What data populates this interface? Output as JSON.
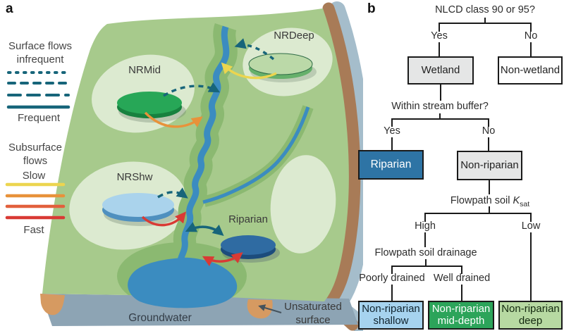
{
  "figure": {
    "panel_a_label": "a",
    "panel_b_label": "b"
  },
  "legend": {
    "surface_title_l1": "Surface flows",
    "surface_title_l2": "infrequent",
    "frequent": "Frequent",
    "subsurface_title_l1": "Subsurface",
    "subsurface_title_l2": "flows",
    "slow": "Slow",
    "fast": "Fast",
    "surface_color": "#17657a",
    "subsurface_colors": [
      "#ecd54f",
      "#e8923a",
      "#e2603c",
      "#d93a34"
    ]
  },
  "landscape": {
    "nrmid": "NRMid",
    "nrdeep": "NRDeep",
    "nrshw": "NRShw",
    "riparian": "Riparian",
    "groundwater": "Groundwater",
    "unsaturated_l1": "Unsaturated",
    "unsaturated_l2": "surface",
    "colors": {
      "terrain": "#a7ca8c",
      "terrain_light": "#dcead0",
      "valley": "#8bb971",
      "river": "#3b8cc0",
      "groundwater_band": "#8da4b4",
      "unsaturated_tan": "#d69a61",
      "soil_side": "#a87b57",
      "outer_side": "#a5bdcb",
      "nrmid_fill": "#27a757",
      "nrdeep_fill": "#bbd9a8",
      "nrshw_fill": "#aad3ec",
      "riparian_fill": "#2f6ba2"
    }
  },
  "flowchart": {
    "q1": "NLCD class 90 or 95?",
    "yes": "Yes",
    "no": "No",
    "wetland": "Wetland",
    "non_wetland": "Non-wetland",
    "q2": "Within stream buffer?",
    "riparian": "Riparian",
    "non_riparian": "Non-riparian",
    "q3_prefix": "Flowpath soil ",
    "q3_var": "K",
    "q3_sub": "sat",
    "high": "High",
    "low": "Low",
    "q4": "Flowpath soil drainage",
    "poorly": "Poorly drained",
    "well": "Well drained",
    "shallow_l1": "Non-riparian",
    "shallow_l2": "shallow",
    "mid_l1": "Non-riparian",
    "mid_l2": "mid-depth",
    "deep_l1": "Non-riparian",
    "deep_l2": "deep",
    "colors": {
      "wetland_fill": "#e5e6e6",
      "non_wetland_fill": "#ffffff",
      "riparian_fill": "#2e74a5",
      "non_riparian_fill": "#e5e6e6",
      "shallow_fill": "#a6d3ef",
      "mid_fill": "#2ca45a",
      "deep_fill": "#b7d9a2",
      "border": "#1a1a1a"
    }
  }
}
